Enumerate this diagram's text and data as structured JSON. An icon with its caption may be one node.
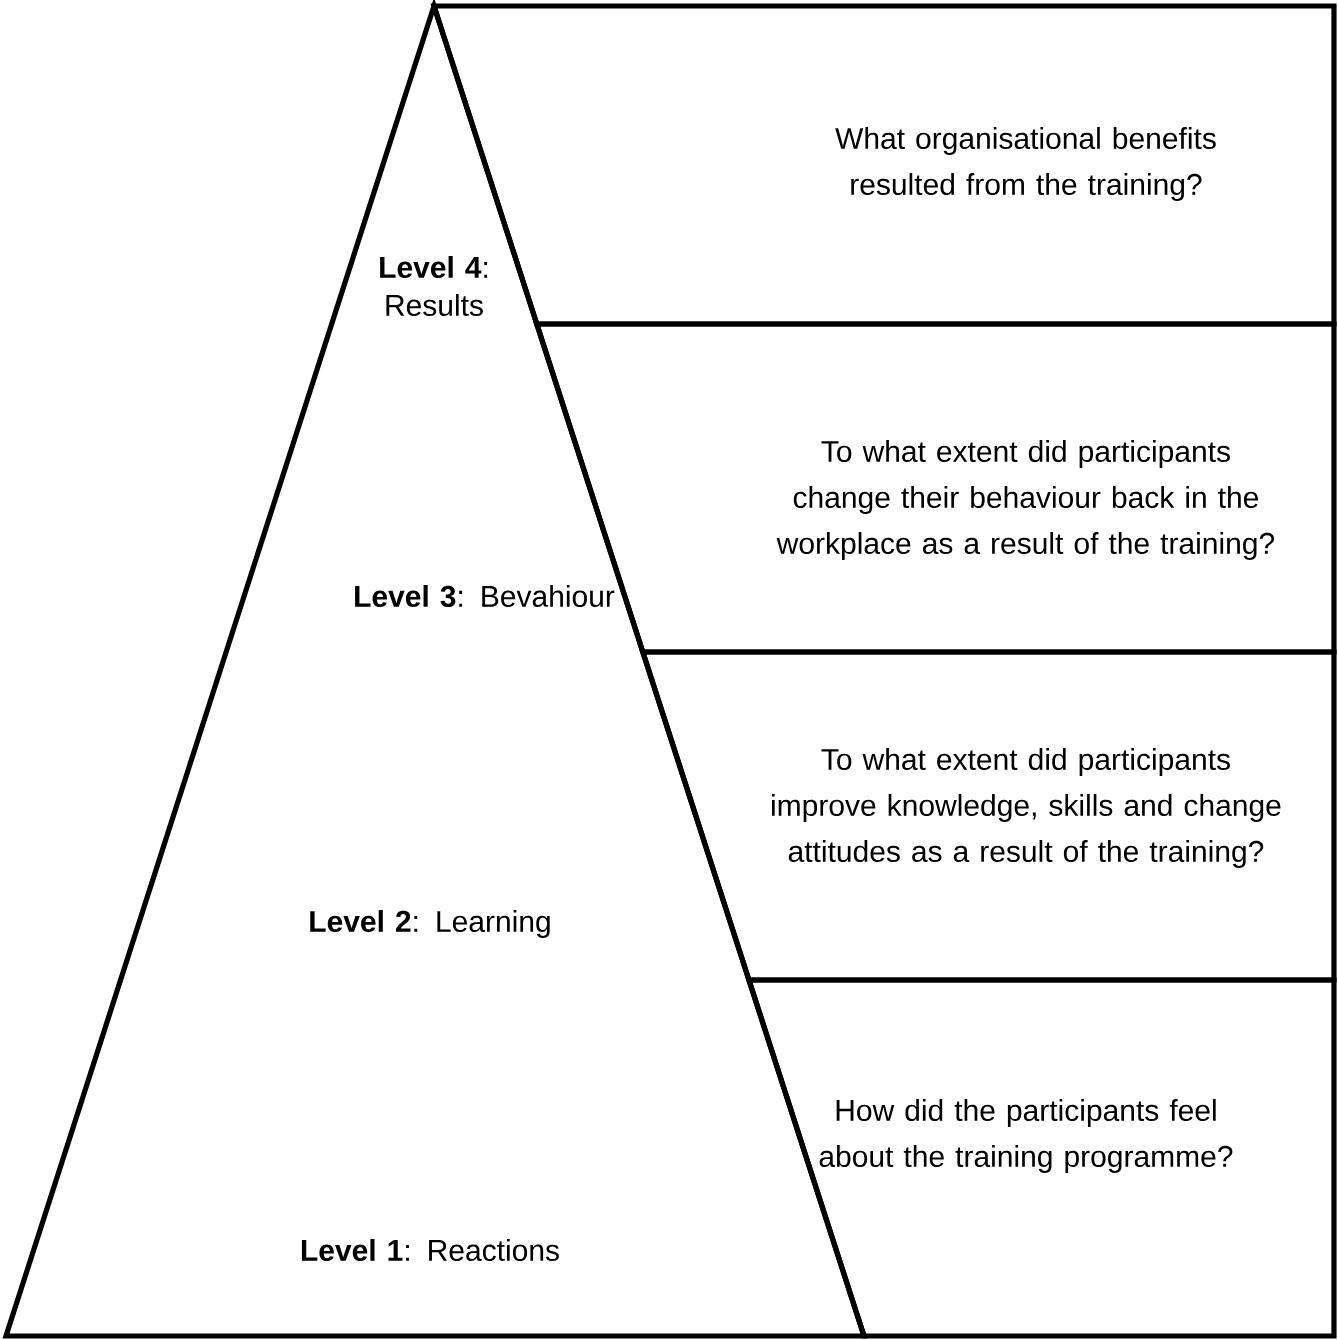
{
  "diagram": {
    "nodes": [
      {
        "text": [
          "**Level 4**: Results",
          "**Level 3**: Bevahiour",
          "**Level 2**: Learning",
          "**Level 1**: Reactions"
        ]
      },
      {
        "text": [
          "What organisational benefits resulted from the training?"
        ]
      },
      {
        "text": [
          "To what extent did participants change their behaviour back in the workplace as a result of the training?"
        ]
      },
      {
        "text": [
          "To what extent did participants improve knowledge, skills and change attitudes as a result of the training?"
        ]
      },
      {
        "text": [
          "How did the participants feel about the training programme?"
        ]
      }
    ]
  }
}
